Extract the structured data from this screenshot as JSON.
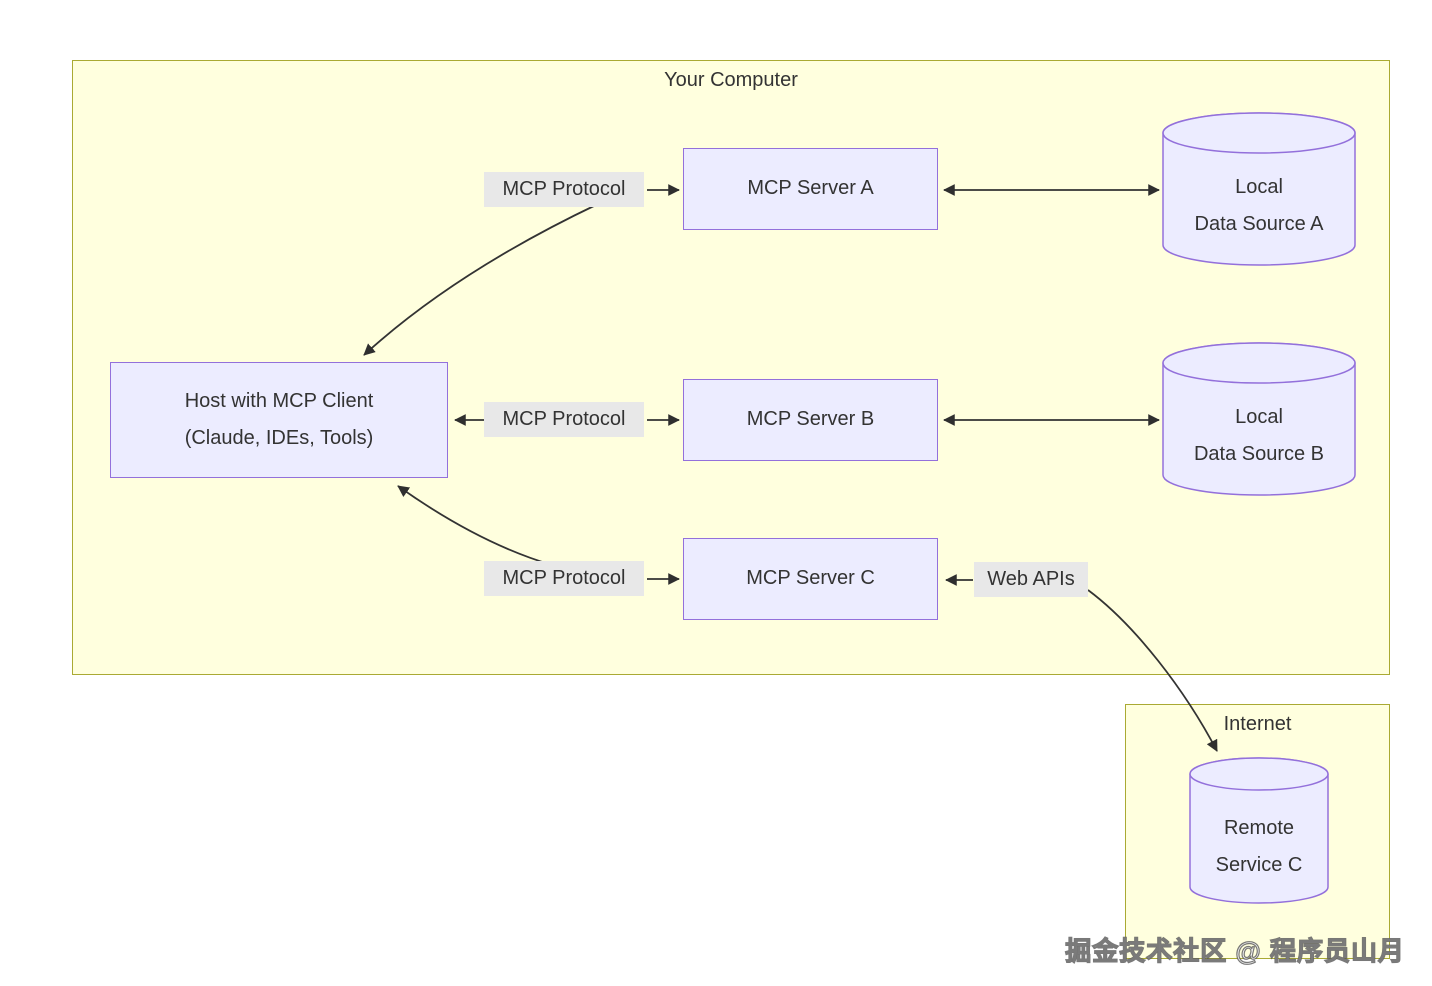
{
  "containers": {
    "your_computer": {
      "title": "Your Computer"
    },
    "internet": {
      "title": "Internet"
    }
  },
  "nodes": {
    "host": {
      "line1": "Host with MCP Client",
      "line2": "(Claude, IDEs, Tools)"
    },
    "server_a": {
      "label": "MCP Server A"
    },
    "server_b": {
      "label": "MCP Server B"
    },
    "server_c": {
      "label": "MCP Server C"
    },
    "data_source_a": {
      "line1": "Local",
      "line2": "Data Source A"
    },
    "data_source_b": {
      "line1": "Local",
      "line2": "Data Source B"
    },
    "remote_service_c": {
      "line1": "Remote",
      "line2": "Service C"
    }
  },
  "edge_labels": {
    "protocol_a": "MCP Protocol",
    "protocol_b": "MCP Protocol",
    "protocol_c": "MCP Protocol",
    "web_apis": "Web APIs"
  },
  "watermark": "掘金技术社区 @ 程序员山月",
  "colors": {
    "container_fill": "#ffffde",
    "container_border": "#aaaa33",
    "node_fill": "#ececff",
    "node_border": "#9370db",
    "edge": "#333333",
    "edge_label_bg": "#e8e8e8",
    "text": "#333333"
  }
}
